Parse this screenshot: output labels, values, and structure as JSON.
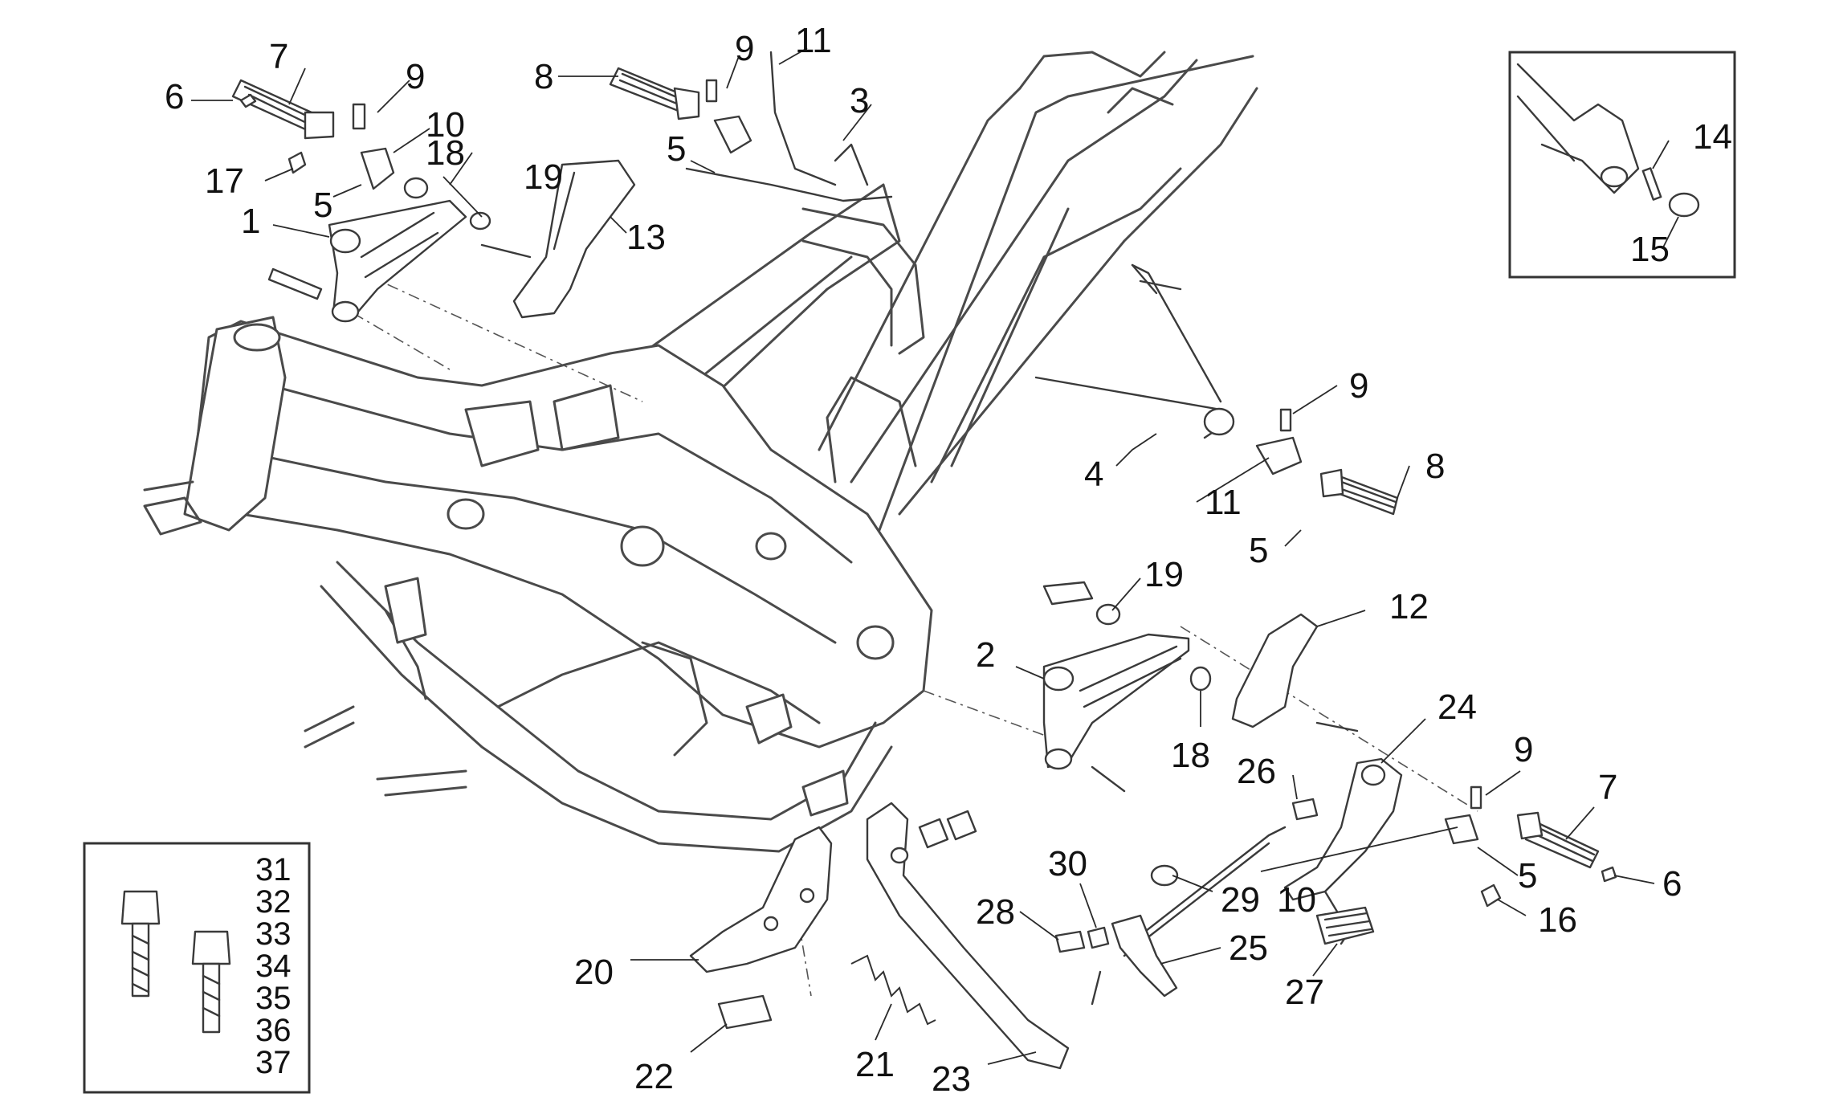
{
  "callouts": [
    {
      "id": "c1",
      "text": "1"
    },
    {
      "id": "c2",
      "text": "2"
    },
    {
      "id": "c3",
      "text": "3"
    },
    {
      "id": "c4",
      "text": "4"
    },
    {
      "id": "c5a",
      "text": "5"
    },
    {
      "id": "c5b",
      "text": "5"
    },
    {
      "id": "c5c",
      "text": "5"
    },
    {
      "id": "c5d",
      "text": "5"
    },
    {
      "id": "c6a",
      "text": "6"
    },
    {
      "id": "c6b",
      "text": "6"
    },
    {
      "id": "c7a",
      "text": "7"
    },
    {
      "id": "c7b",
      "text": "7"
    },
    {
      "id": "c8a",
      "text": "8"
    },
    {
      "id": "c8b",
      "text": "8"
    },
    {
      "id": "c9a",
      "text": "9"
    },
    {
      "id": "c9b",
      "text": "9"
    },
    {
      "id": "c9c",
      "text": "9"
    },
    {
      "id": "c9d",
      "text": "9"
    },
    {
      "id": "c10a",
      "text": "10"
    },
    {
      "id": "c10b",
      "text": "10"
    },
    {
      "id": "c11a",
      "text": "11"
    },
    {
      "id": "c11b",
      "text": "11"
    },
    {
      "id": "c12",
      "text": "12"
    },
    {
      "id": "c13",
      "text": "13"
    },
    {
      "id": "c14",
      "text": "14"
    },
    {
      "id": "c15",
      "text": "15"
    },
    {
      "id": "c16",
      "text": "16"
    },
    {
      "id": "c17",
      "text": "17"
    },
    {
      "id": "c18a",
      "text": "18"
    },
    {
      "id": "c18b",
      "text": "18"
    },
    {
      "id": "c19a",
      "text": "19"
    },
    {
      "id": "c19b",
      "text": "19"
    },
    {
      "id": "c20",
      "text": "20"
    },
    {
      "id": "c21",
      "text": "21"
    },
    {
      "id": "c22",
      "text": "22"
    },
    {
      "id": "c23",
      "text": "23"
    },
    {
      "id": "c24",
      "text": "24"
    },
    {
      "id": "c25",
      "text": "25"
    },
    {
      "id": "c26",
      "text": "26"
    },
    {
      "id": "c27",
      "text": "27"
    },
    {
      "id": "c28",
      "text": "28"
    },
    {
      "id": "c29",
      "text": "29"
    },
    {
      "id": "c30",
      "text": "30"
    }
  ],
  "bolt_inset": {
    "numbers": [
      "31",
      "32",
      "33",
      "34",
      "35",
      "36",
      "37"
    ]
  }
}
